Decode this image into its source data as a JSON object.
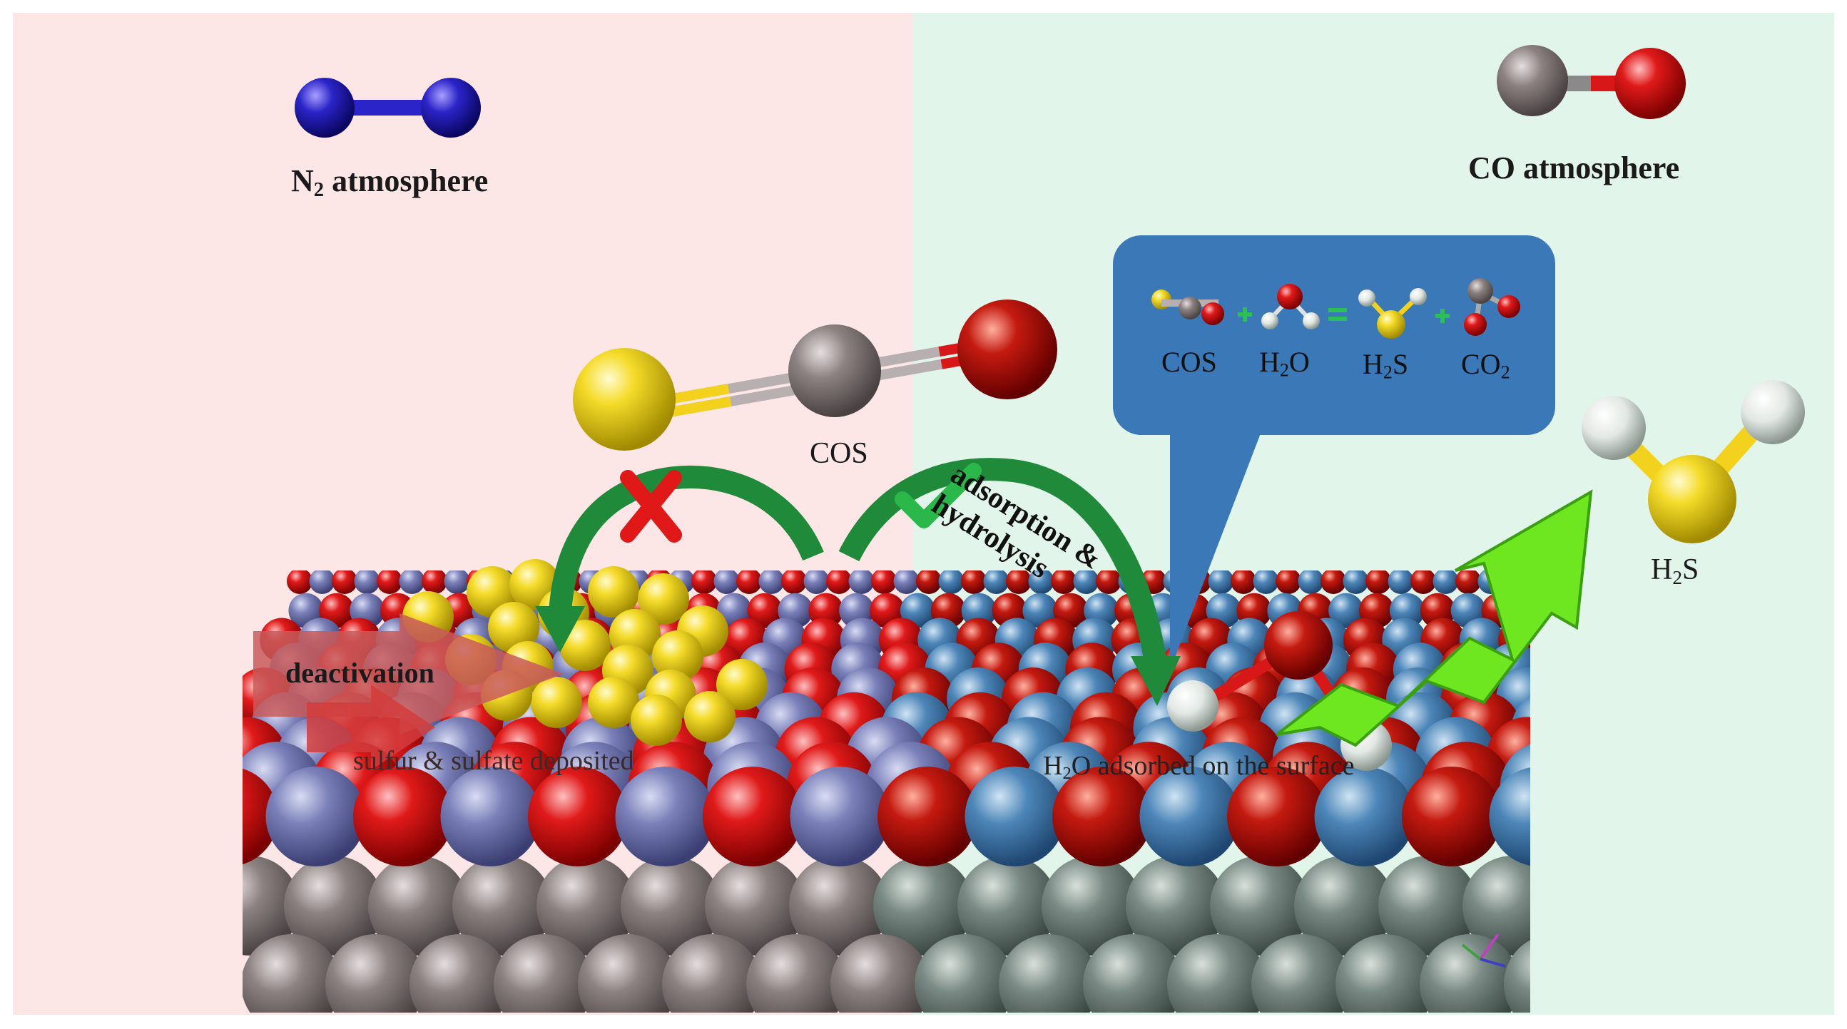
{
  "left_panel": {
    "atmosphere_label": "N",
    "atmosphere_sub": "2",
    "atmosphere_rest": " atmosphere"
  },
  "right_panel": {
    "atmosphere_label": "CO atmosphere"
  },
  "molecule_labels": {
    "cos": "COS",
    "h2s_main": "H",
    "h2s_sub": "2",
    "h2s_rest": "S"
  },
  "reaction": {
    "cos": "COS",
    "h2o_a": "H",
    "h2o_sub": "2",
    "h2o_b": "O",
    "h2s_a": "H",
    "h2s_sub": "2",
    "h2s_b": "S",
    "co2_a": "CO",
    "co2_sub": "2"
  },
  "process_labels": {
    "adsorption_line1": "adsorption &",
    "adsorption_line2": "hydrolysis",
    "deactivation": "deactivation",
    "sulfur_deposit": "sulfur &  sulfate deposited",
    "h2o_adsorbed_a": "H",
    "h2o_adsorbed_sub": "2",
    "h2o_adsorbed_b": "O adsorbed on the surface"
  },
  "colors": {
    "left_bg": "#fde6e6",
    "right_bg": "#e2f5ea",
    "nitrogen": "#2b24c8",
    "sulfur": "#f2d21c",
    "carbon": "#8a8080",
    "oxygen": "#d81818",
    "hydrogen": "#e8ecea",
    "bubble": "#3a78b8",
    "arrow_green": "#1f8a3a",
    "cross_red": "#e01818",
    "product_arrow": "#6ee620"
  }
}
